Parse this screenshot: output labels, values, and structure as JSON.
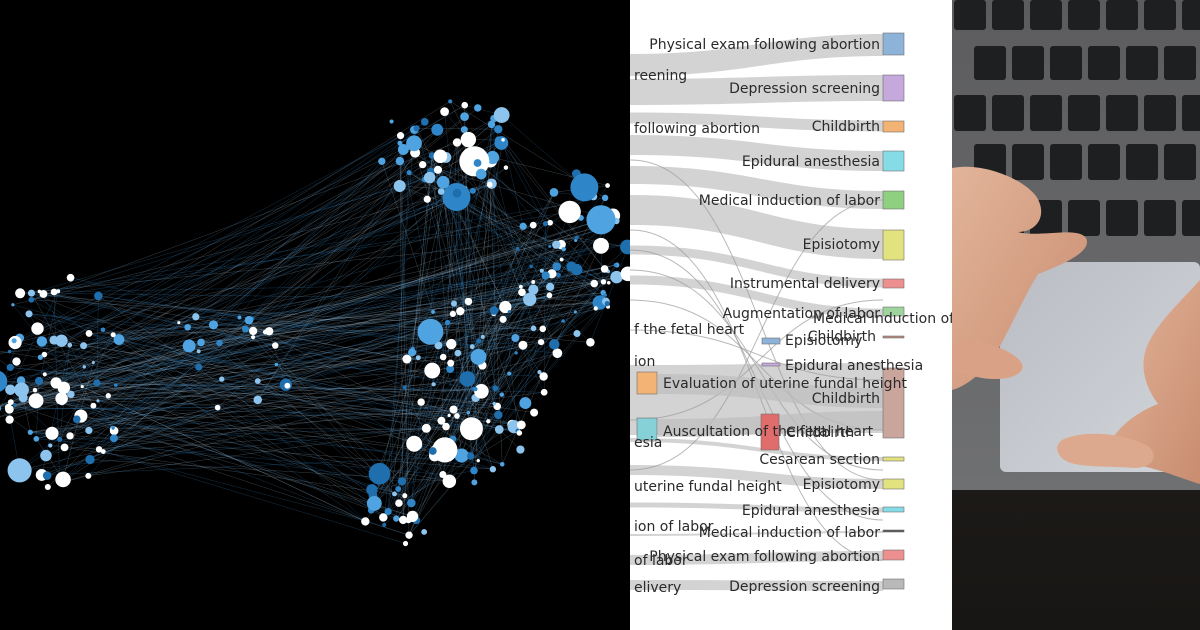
{
  "sankey": {
    "right_nodes": [
      {
        "label": "Physical exam following abortion",
        "color": "#8db3d9"
      },
      {
        "label": "Depression screening",
        "color": "#c5a8dc"
      },
      {
        "label": "Childbirth",
        "color": "#f2b374"
      },
      {
        "label": "Epidural anesthesia",
        "color": "#86dce6"
      },
      {
        "label": "Medical induction of labor",
        "color": "#8fcf80"
      },
      {
        "label": "Episiotomy",
        "color": "#e2e27e"
      },
      {
        "label": "Instrumental delivery",
        "color": "#ee8f8f"
      },
      {
        "label": "Augmentation of labor",
        "color": "#9fd49f"
      },
      {
        "label": "Medical induction of lal",
        "color": "#b9b9b9"
      },
      {
        "label": "Childbirth",
        "color": "#b98b7c"
      },
      {
        "label": "Episiotomy",
        "color": "#8db3d9"
      },
      {
        "label": "Epidural anesthesia",
        "color": "#c5a8dc"
      },
      {
        "label": "Childbirth",
        "color": "#c9a59c"
      },
      {
        "label": "Cesarean section",
        "color": "#e2e27e"
      },
      {
        "label": "Episiotomy",
        "color": "#e2e27e"
      },
      {
        "label": "Epidural anesthesia",
        "color": "#86dce6"
      },
      {
        "label": "Medical induction of labor",
        "color": "#555555"
      },
      {
        "label": "Physical exam following abortion",
        "color": "#ee8f8f"
      },
      {
        "label": "Depression screening",
        "color": "#b9b9b9"
      }
    ],
    "left_labels": [
      "reening",
      "following abortion",
      "f the fetal heart",
      "ion",
      "esia",
      "uterine fundal height",
      "ion of labor",
      "of labor",
      "elivery"
    ],
    "mid_nodes": [
      {
        "label": "Evaluation of uterine fundal height",
        "color": "#f2b374"
      },
      {
        "label": "Auscultation of the fetal heart",
        "color": "#86d0d8"
      },
      {
        "label": "Childbirth",
        "color": "#e06c6c"
      }
    ]
  }
}
